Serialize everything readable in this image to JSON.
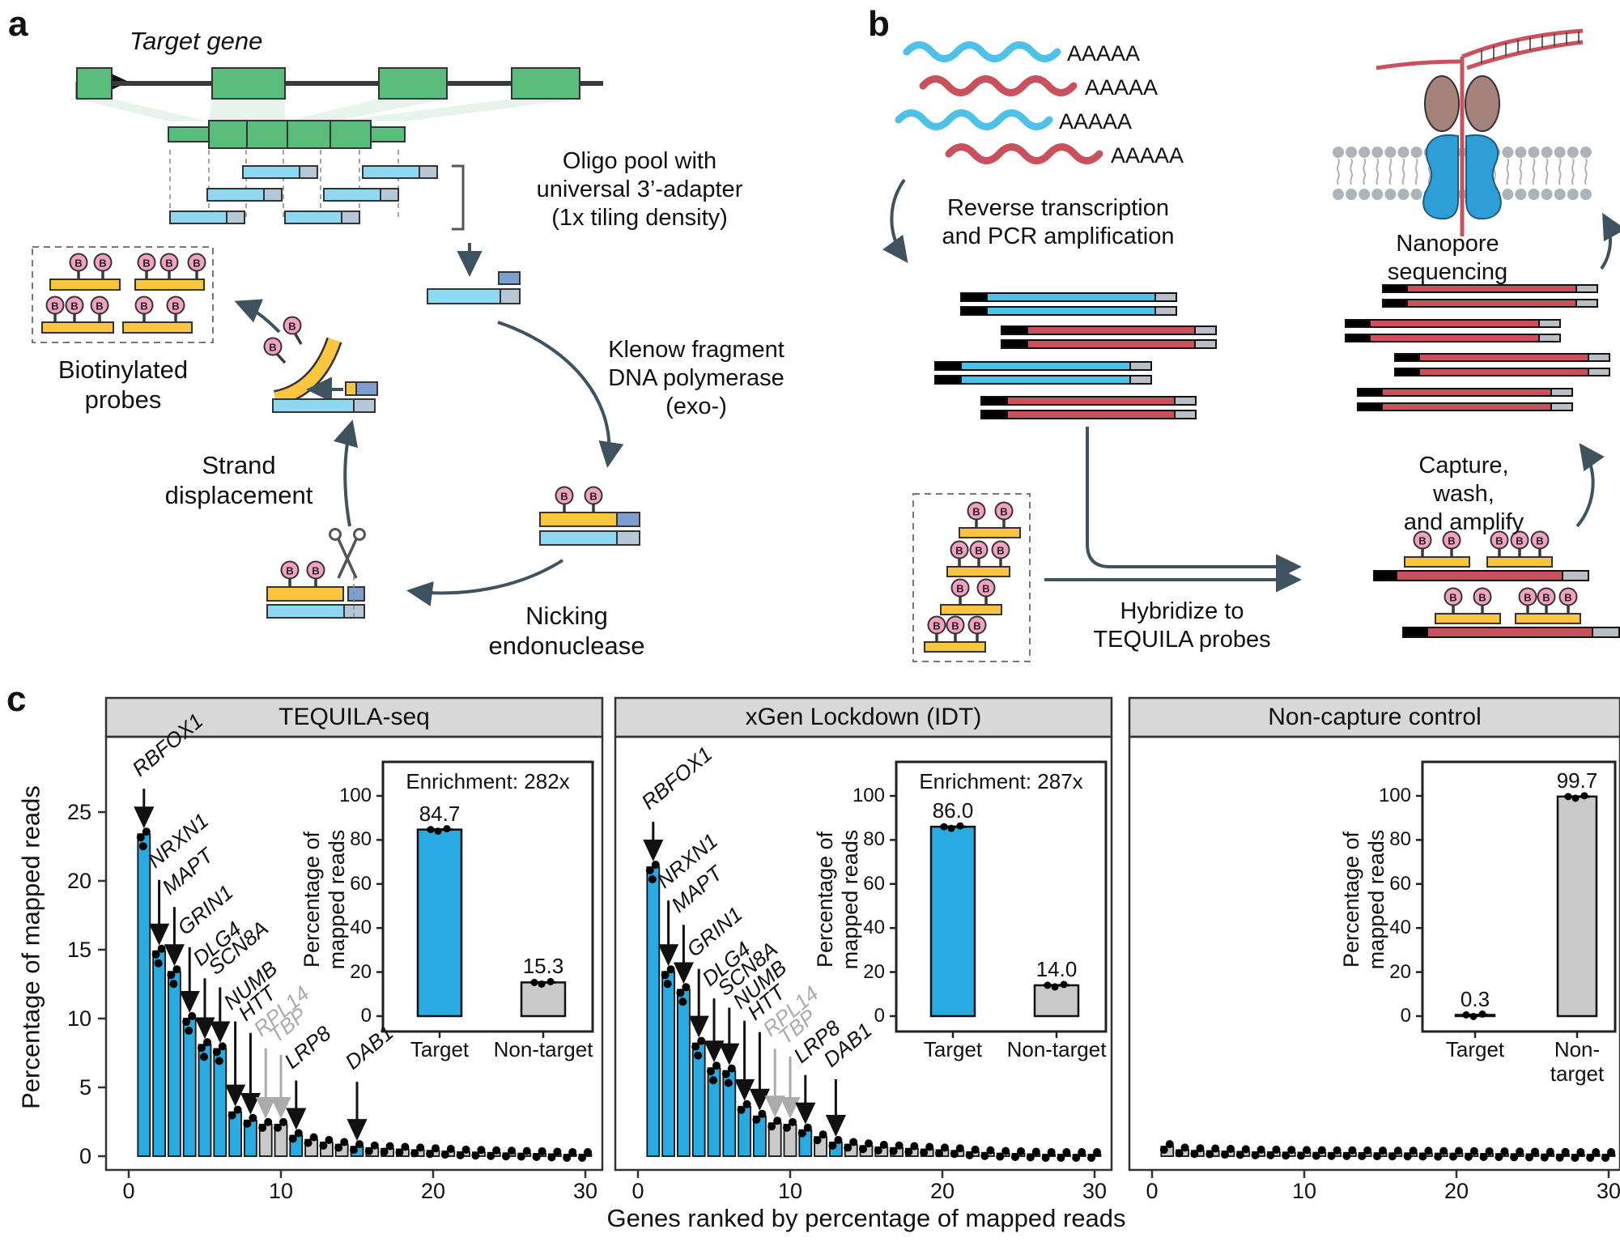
{
  "figure": {
    "panel_a_label": "a",
    "panel_b_label": "b",
    "panel_c_label": "c"
  },
  "panel_a": {
    "target_gene": "Target gene",
    "oligo_pool": "Oligo pool with\nuniversal 3’-adapter\n(1x tiling density)",
    "klenow": "Klenow fragment\nDNA polymerase\n(exo-)",
    "biotinylated_probes": "Biotinylated\nprobes",
    "strand_displacement": "Strand\ndisplacement",
    "nicking_endonuclease": "Nicking\nendonuclease",
    "biotin_label": "B"
  },
  "panel_b": {
    "poly_a_tail": "AAAAA",
    "reverse_transcription": "Reverse transcription\nand PCR amplification",
    "nanopore_sequencing": "Nanopore sequencing",
    "capture_wash_amplify": "Capture, wash,\nand amplify",
    "hybridize": "Hybridize to\nTEQUILA probes"
  },
  "panel_c": {
    "y_axis_label": "Percentage of mapped reads",
    "x_axis_label": "Genes ranked by percentage of mapped reads",
    "y_ticks": [
      0,
      5,
      10,
      15,
      20,
      25
    ],
    "x_ticks": [
      0,
      10,
      20,
      30
    ]
  },
  "colors": {
    "target_blue": "#29ABE2",
    "nontarget_gray": "#C9C9C9",
    "probe_yellow": "#FBC540",
    "biotin_pink": "#F2A1C2",
    "exon_green": "#5BBD7C",
    "oligo_blue": "#8FD8F1",
    "adapter_gray": "#B6C8D8",
    "adapter_blue": "#7C9FCF",
    "read_red": "#C9515C",
    "mrna_blue": "#4EC1E8",
    "arrow_dark": "#3E5260",
    "header_gray": "#D8D8D8"
  },
  "chart_data": [
    {
      "type": "bar",
      "title": "TEQUILA-seq",
      "xlabel": "Genes ranked by percentage of mapped reads",
      "ylabel": "Percentage of mapped reads",
      "x_range": [
        0,
        30
      ],
      "ylim": [
        0,
        28
      ],
      "values": [
        23.4,
        14.9,
        13.4,
        10.0,
        8.1,
        7.8,
        3.2,
        2.6,
        2.3,
        2.3,
        1.5,
        1.2,
        1.0,
        0.85,
        0.7,
        0.6,
        0.55,
        0.5,
        0.45,
        0.4,
        0.35,
        0.3,
        0.28,
        0.25,
        0.22,
        0.2,
        0.18,
        0.15,
        0.12,
        0.1
      ],
      "bar_is_target": [
        true,
        true,
        true,
        true,
        true,
        true,
        true,
        true,
        false,
        false,
        true,
        false,
        false,
        false,
        true,
        false,
        false,
        false,
        false,
        false,
        false,
        false,
        false,
        false,
        false,
        false,
        false,
        false,
        false,
        false
      ],
      "gene_annotations": [
        {
          "gene": "RBFOX1",
          "rank": 1,
          "gray": false,
          "arrow": 40
        },
        {
          "gene": "NRXN1",
          "rank": 2,
          "gray": false,
          "arrow": 72
        },
        {
          "gene": "MAPT",
          "rank": 3,
          "gray": false,
          "arrow": 64
        },
        {
          "gene": "GRIN1",
          "rank": 4,
          "gray": false,
          "arrow": 72
        },
        {
          "gene": "DLG4",
          "rank": 5,
          "gray": false,
          "arrow": 66
        },
        {
          "gene": "SCN8A",
          "rank": 6,
          "gray": false,
          "arrow": 60
        },
        {
          "gene": "NUMB",
          "rank": 7,
          "gray": false,
          "arrow": 96
        },
        {
          "gene": "HTT",
          "rank": 8,
          "gray": false,
          "arrow": 92
        },
        {
          "gene": "RPL14",
          "rank": 9,
          "gray": true,
          "arrow": 78
        },
        {
          "gene": "TBP",
          "rank": 10,
          "gray": true,
          "arrow": 70
        },
        {
          "gene": "LRP8",
          "rank": 11,
          "gray": false,
          "arrow": 52
        },
        {
          "gene": "DAB1",
          "rank": 15,
          "gray": false,
          "arrow": 64
        }
      ],
      "inset": {
        "type": "bar",
        "title": "Enrichment: 282x",
        "categories": [
          "Target",
          "Non-target"
        ],
        "values": [
          84.7,
          15.3
        ],
        "ylabel": "Percentage of\nmapped reads",
        "y_ticks": [
          0,
          20,
          40,
          60,
          80,
          100
        ]
      }
    },
    {
      "type": "bar",
      "title": "xGen Lockdown (IDT)",
      "xlabel": "Genes ranked by percentage of mapped reads",
      "ylabel": "Percentage of mapped reads",
      "x_range": [
        0,
        30
      ],
      "ylim": [
        0,
        28
      ],
      "values": [
        21.0,
        13.4,
        12.1,
        8.2,
        6.4,
        6.2,
        3.6,
        2.9,
        2.4,
        2.3,
        1.9,
        1.4,
        1.0,
        0.85,
        0.75,
        0.65,
        0.6,
        0.55,
        0.5,
        0.45,
        0.4,
        0.3,
        0.25,
        0.2,
        0.18,
        0.15,
        0.12,
        0.1,
        0.09,
        0.08
      ],
      "bar_is_target": [
        true,
        true,
        true,
        true,
        true,
        true,
        true,
        true,
        false,
        false,
        true,
        false,
        true,
        false,
        false,
        false,
        false,
        false,
        false,
        false,
        false,
        false,
        false,
        false,
        false,
        false,
        false,
        false,
        false,
        false
      ],
      "gene_annotations": [
        {
          "gene": "RBFOX1",
          "rank": 1,
          "gray": false,
          "arrow": 40
        },
        {
          "gene": "NRXN1",
          "rank": 2,
          "gray": false,
          "arrow": 72
        },
        {
          "gene": "MAPT",
          "rank": 3,
          "gray": false,
          "arrow": 64
        },
        {
          "gene": "GRIN1",
          "rank": 4,
          "gray": false,
          "arrow": 76
        },
        {
          "gene": "DLG4",
          "rank": 5,
          "gray": false,
          "arrow": 70
        },
        {
          "gene": "SCN8A",
          "rank": 6,
          "gray": false,
          "arrow": 62
        },
        {
          "gene": "NUMB",
          "rank": 7,
          "gray": false,
          "arrow": 90
        },
        {
          "gene": "HTT",
          "rank": 8,
          "gray": false,
          "arrow": 88
        },
        {
          "gene": "RPL14",
          "rank": 9,
          "gray": true,
          "arrow": 76
        },
        {
          "gene": "TBP",
          "rank": 10,
          "gray": true,
          "arrow": 68
        },
        {
          "gene": "LRP8",
          "rank": 11,
          "gray": false,
          "arrow": 52
        },
        {
          "gene": "DAB1",
          "rank": 13,
          "gray": false,
          "arrow": 62
        }
      ],
      "inset": {
        "type": "bar",
        "title": "Enrichment: 287x",
        "categories": [
          "Target",
          "Non-target"
        ],
        "values": [
          86.0,
          14.0
        ],
        "ylabel": "Percentage of\nmapped reads",
        "y_ticks": [
          0,
          20,
          40,
          60,
          80,
          100
        ]
      }
    },
    {
      "type": "bar",
      "title": "Non-capture control",
      "xlabel": "Genes ranked by percentage of mapped reads",
      "ylabel": "Percentage of mapped reads",
      "x_range": [
        0,
        30
      ],
      "ylim": [
        0,
        28
      ],
      "values": [
        0.7,
        0.45,
        0.4,
        0.38,
        0.35,
        0.33,
        0.3,
        0.3,
        0.28,
        0.27,
        0.26,
        0.25,
        0.25,
        0.24,
        0.23,
        0.22,
        0.22,
        0.21,
        0.2,
        0.2,
        0.19,
        0.18,
        0.17,
        0.16,
        0.15,
        0.14,
        0.13,
        0.12,
        0.11,
        0.1
      ],
      "bar_is_target": [
        false,
        false,
        false,
        false,
        false,
        false,
        false,
        false,
        false,
        false,
        false,
        false,
        false,
        false,
        false,
        false,
        false,
        false,
        false,
        false,
        false,
        false,
        false,
        false,
        false,
        false,
        false,
        false,
        false,
        false
      ],
      "gene_annotations": [],
      "inset": {
        "type": "bar",
        "title": "",
        "categories": [
          "Target",
          "Non-target"
        ],
        "values": [
          0.3,
          99.7
        ],
        "ylabel": "Percentage of\nmapped reads",
        "y_ticks": [
          0,
          20,
          40,
          60,
          80,
          100
        ]
      }
    }
  ]
}
